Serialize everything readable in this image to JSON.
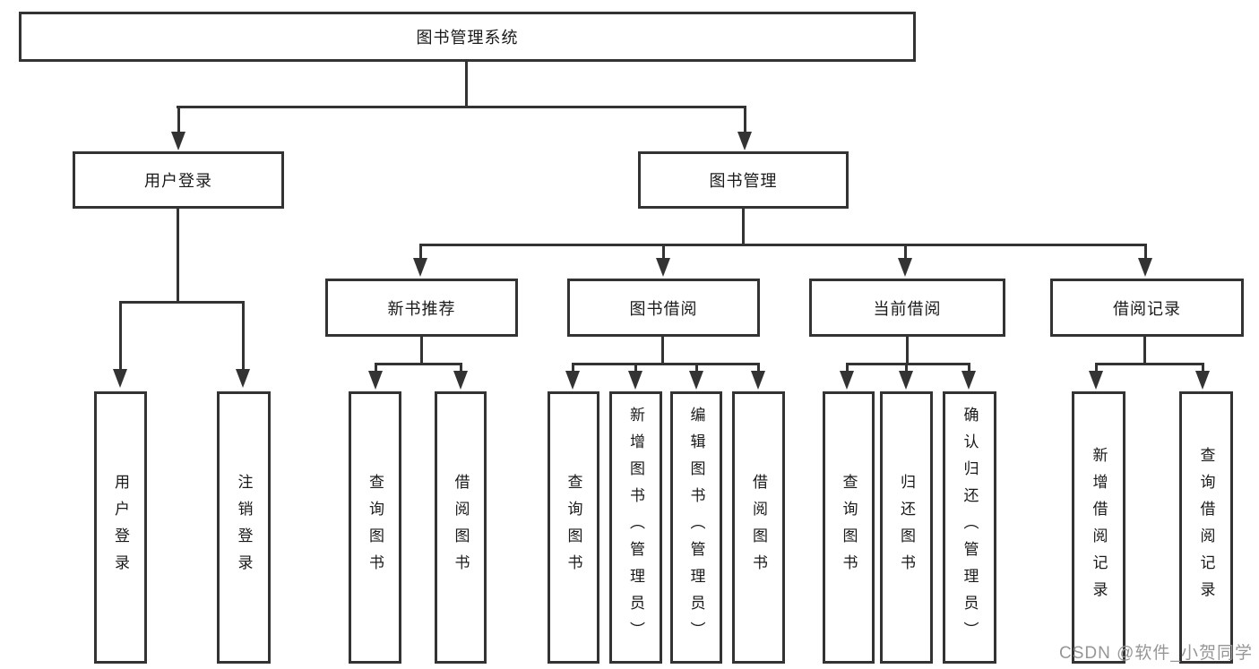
{
  "title_node": "图书管理系统",
  "branches": {
    "user_login": {
      "label": "用户登录",
      "children": [
        "用户登录",
        "注销登录"
      ]
    },
    "book_management": {
      "label": "图书管理",
      "children": {
        "new_book_recommend": {
          "label": "新书推荐",
          "children": [
            "查询图书",
            "借阅图书"
          ]
        },
        "book_borrow": {
          "label": "图书借阅",
          "children": [
            "查询图书",
            "新增图书（管理员）",
            "编辑图书（管理员）",
            "借阅图书"
          ]
        },
        "current_borrow": {
          "label": "当前借阅",
          "children": [
            "查询图书",
            "归还图书",
            "确认归还（管理员）"
          ]
        },
        "borrow_records": {
          "label": "借阅记录",
          "children": [
            "新增借阅记录",
            "查询借阅记录"
          ]
        }
      }
    }
  },
  "watermark": "CSDN @软件_小贺同学",
  "colors": {
    "line": "#333333",
    "text": "#1a1a1a",
    "watermark": "#969696",
    "background": "#ffffff"
  }
}
